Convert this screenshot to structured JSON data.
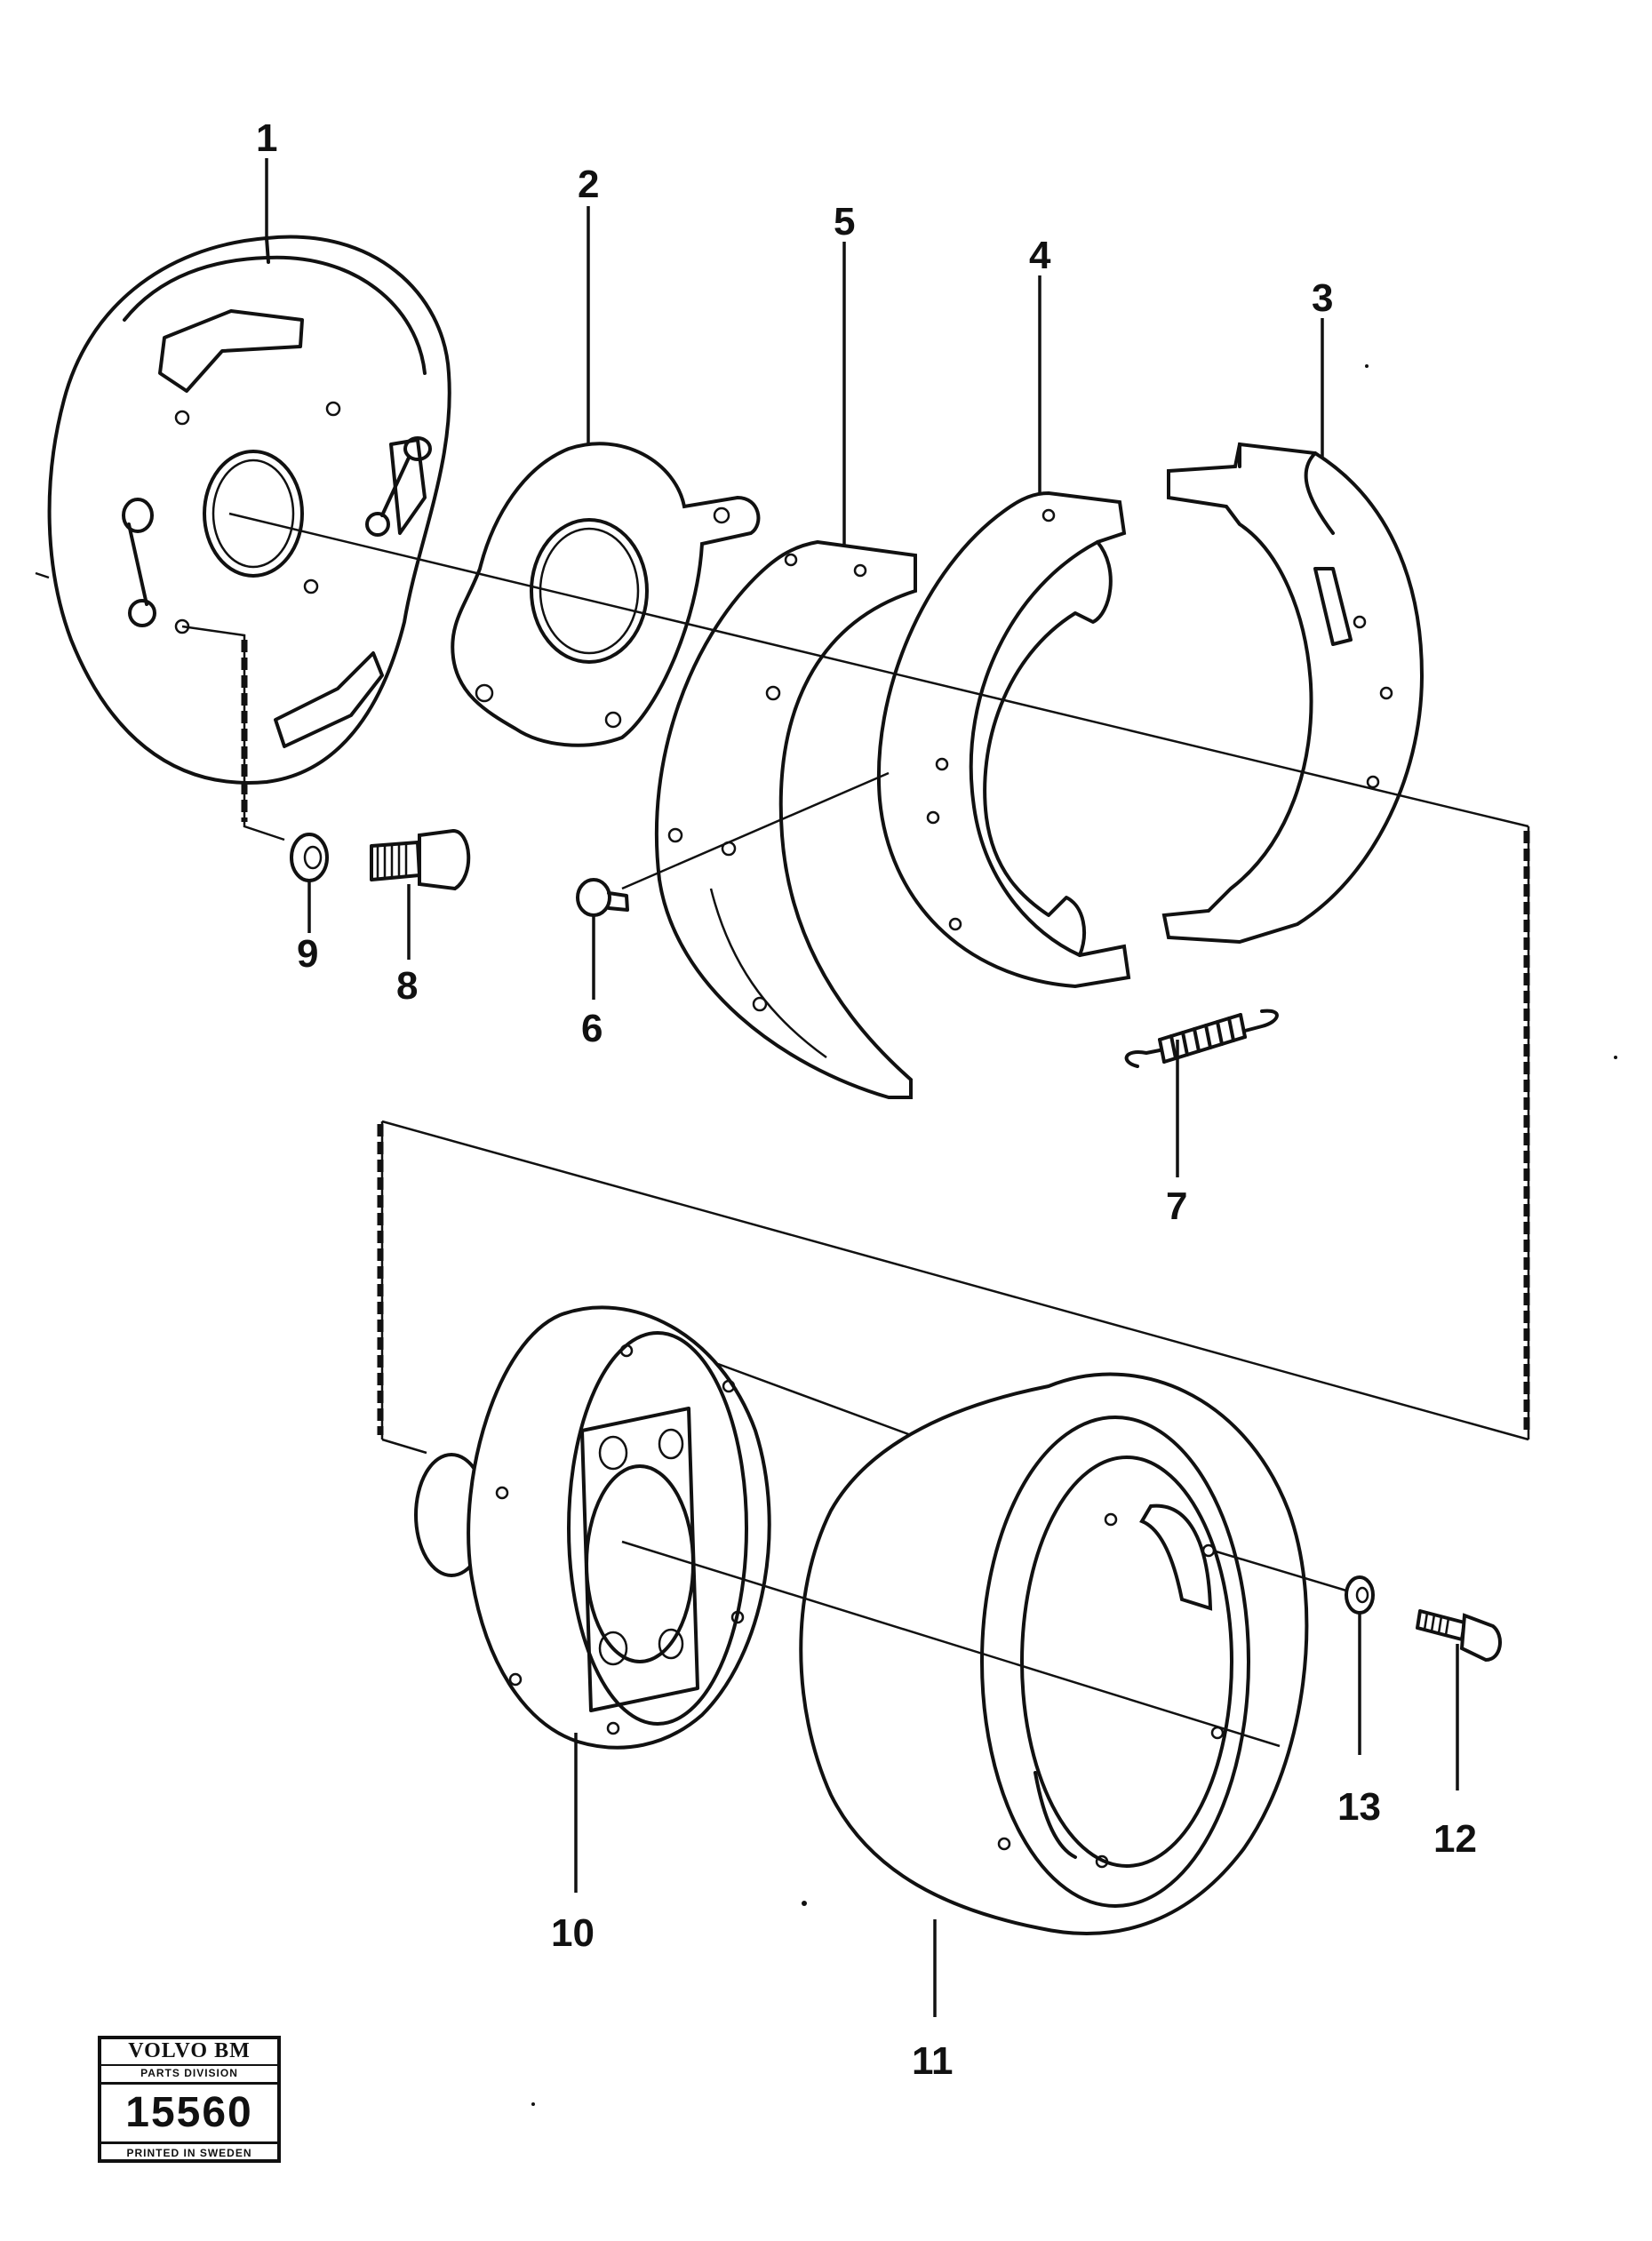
{
  "callouts": {
    "n1": "1",
    "n2": "2",
    "n3": "3",
    "n4": "4",
    "n5": "5",
    "n6": "6",
    "n7": "7",
    "n8": "8",
    "n9": "9",
    "n10": "10",
    "n11": "11",
    "n12": "12",
    "n13": "13"
  },
  "stamp": {
    "brand": "VOLVO BM",
    "division": "PARTS DIVISION",
    "code": "15560",
    "printed": "PRINTED IN SWEDEN"
  }
}
